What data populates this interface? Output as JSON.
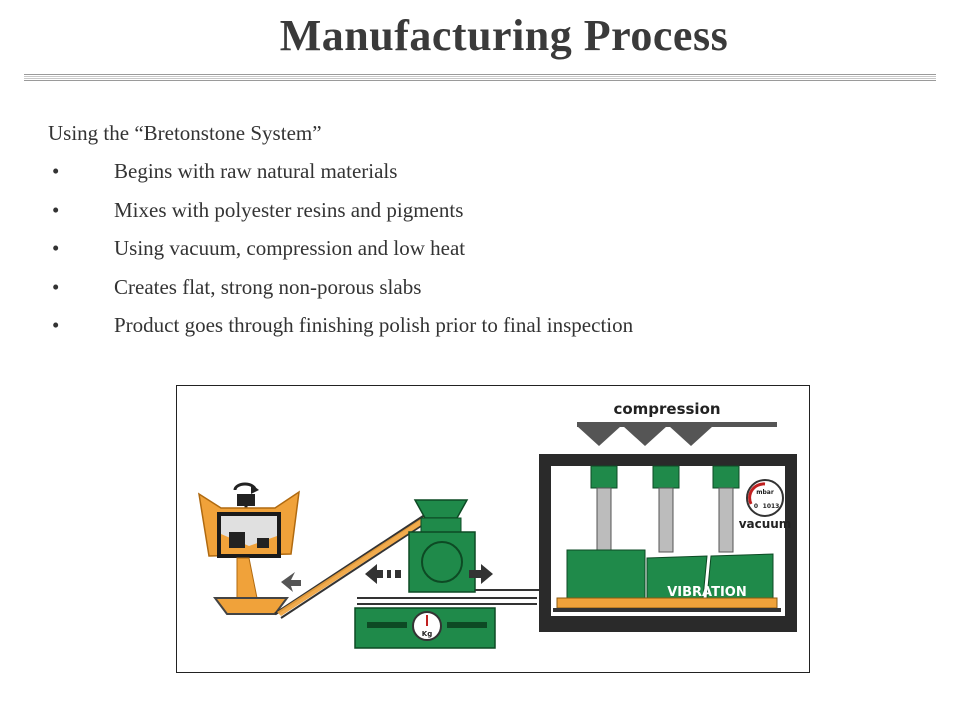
{
  "slide": {
    "title": "Manufacturing Process",
    "intro": "Using the “Bretonstone System”",
    "bullet_glyph": "•",
    "bullets": [
      "Begins with raw natural materials",
      "Mixes with polyester resins and pigments",
      "Using vacuum, compression and low heat",
      "Creates flat, strong non-porous slabs",
      "Product goes through finishing polish prior to final inspection"
    ]
  },
  "figure": {
    "compression_label": "compression",
    "vacuum_label": "vacuum",
    "vibration_label": "VIBRATION",
    "gauge_unit": "mbar",
    "gauge_zero": "0",
    "gauge_max": "1013",
    "scale_unit": "Kg",
    "colors": {
      "machine_green": "#1f8a4a",
      "material_orange": "#f0a23a",
      "chamber_dark": "#2a2a2a",
      "steel_grey": "#9a9a9a"
    }
  }
}
